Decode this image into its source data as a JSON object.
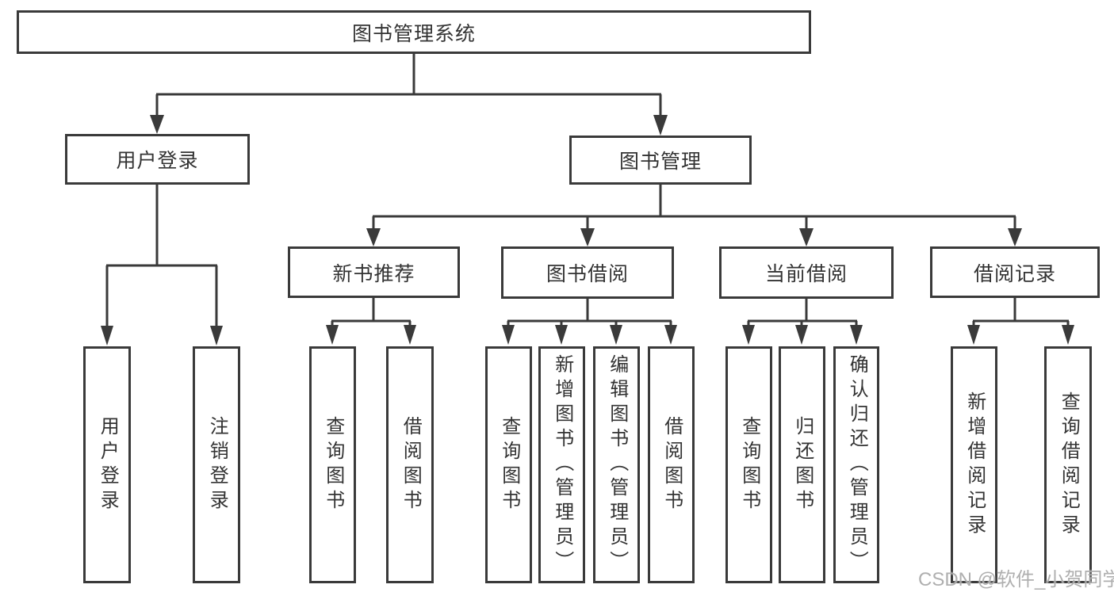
{
  "diagram": {
    "root": {
      "label": "图书管理系统",
      "children": [
        {
          "label": "用户登录",
          "children": [
            {
              "label": "用户登录"
            },
            {
              "label": "注销登录"
            }
          ]
        },
        {
          "label": "图书管理",
          "children": [
            {
              "label": "新书推荐",
              "children": [
                {
                  "label": "查询图书"
                },
                {
                  "label": "借阅图书"
                }
              ]
            },
            {
              "label": "图书借阅",
              "children": [
                {
                  "label": "查询图书"
                },
                {
                  "label": "新增图书（管理员）"
                },
                {
                  "label": "编辑图书（管理员）"
                },
                {
                  "label": "借阅图书"
                }
              ]
            },
            {
              "label": "当前借阅",
              "children": [
                {
                  "label": "查询图书"
                },
                {
                  "label": "归还图书"
                },
                {
                  "label": "确认归还（管理员）"
                }
              ]
            },
            {
              "label": "借阅记录",
              "children": [
                {
                  "label": "新增借阅记录"
                },
                {
                  "label": "查询借阅记录"
                }
              ]
            }
          ]
        }
      ]
    }
  },
  "watermark": {
    "text": "CSDN @软件_小贺同学"
  },
  "colors": {
    "line": "#3a3a3a",
    "text": "#333333",
    "watermark": "#a8a8a8",
    "background": "#ffffff"
  }
}
